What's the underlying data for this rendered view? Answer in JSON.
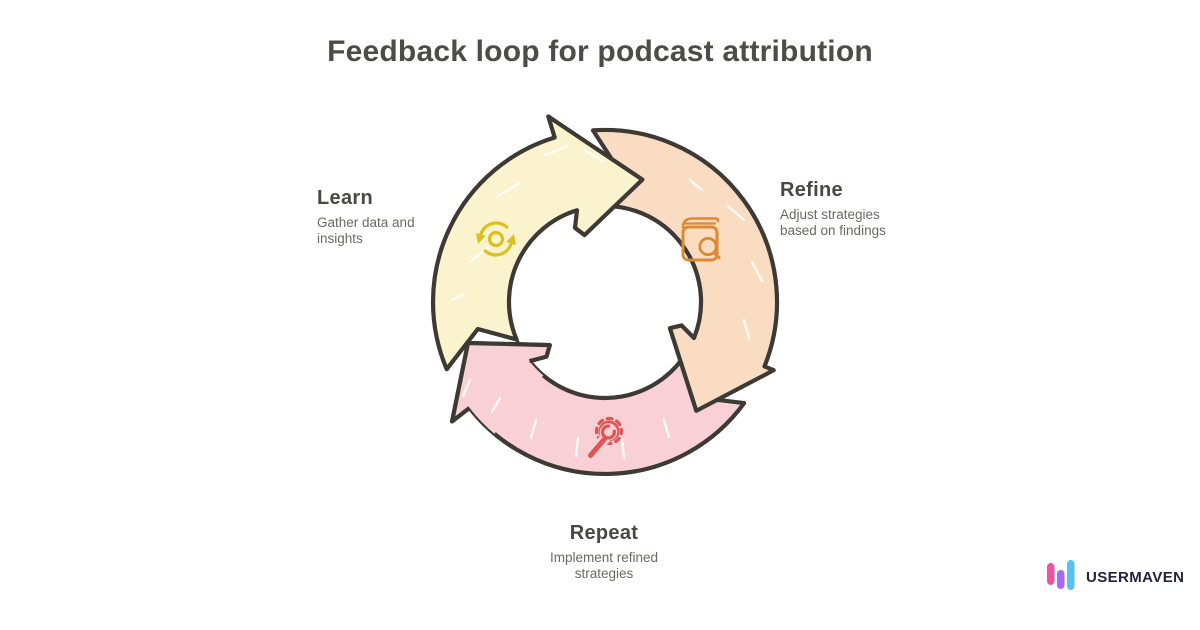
{
  "title": "Feedback loop for podcast attribution",
  "diagram": {
    "outline_color": "#3d3935",
    "inner_circle_color": "#ffffff",
    "hatch_color": "#ffffff",
    "steps": [
      {
        "label": "Learn",
        "description_lines": [
          "Gather data and",
          "insights"
        ],
        "fill": "#faf3cd",
        "icon": "sync-arrows-icon",
        "icon_color": "#dcc01d"
      },
      {
        "label": "Refine",
        "description_lines": [
          "Adjust strategies",
          "based on findings"
        ],
        "fill": "#f9dcc2",
        "icon": "book-search-icon",
        "icon_color": "#dd8a33"
      },
      {
        "label": "Repeat",
        "description_lines": [
          "Implement refined",
          "strategies"
        ],
        "fill": "#f9d0d5",
        "icon": "gear-wrench-icon",
        "icon_color": "#e05453"
      }
    ]
  },
  "branding": {
    "name": "USERMAVEN",
    "text_color": "#23233a",
    "bar_colors": [
      "#ee549d",
      "#a76af5",
      "#57c2f1"
    ]
  }
}
